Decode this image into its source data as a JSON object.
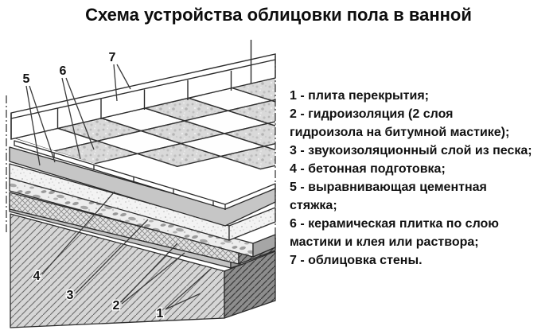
{
  "title": "Схема устройства облицовки пола в ванной",
  "legend": {
    "items": [
      "1 - плита перекрытия;",
      "2 - гидроизоляция (2 слоя\nгидроизола на битумной мастике);",
      "3 - звукоизоляционный слой из песка;",
      "4 - бетонная подготовка;",
      "5 - выравнивающая цементная\nстяжка;",
      "6 - керамическая плитка по слою\nмастики и клея или раствора;",
      "7 - облицовка стены."
    ]
  },
  "diagram": {
    "callouts": {
      "c1": "1",
      "c2": "2",
      "c3": "3",
      "c4": "4",
      "c5": "5",
      "c6": "6",
      "c7": "7"
    },
    "colors": {
      "line": "#2b2b2b",
      "tile_white": "#fefefe",
      "tile_speckle_base": "#d9d9d9",
      "mastic_gray": "#c6c6c6",
      "dark_face": "#8d8d8d",
      "slab_hatch": "#6b6b6b",
      "background": "#ffffff"
    }
  }
}
